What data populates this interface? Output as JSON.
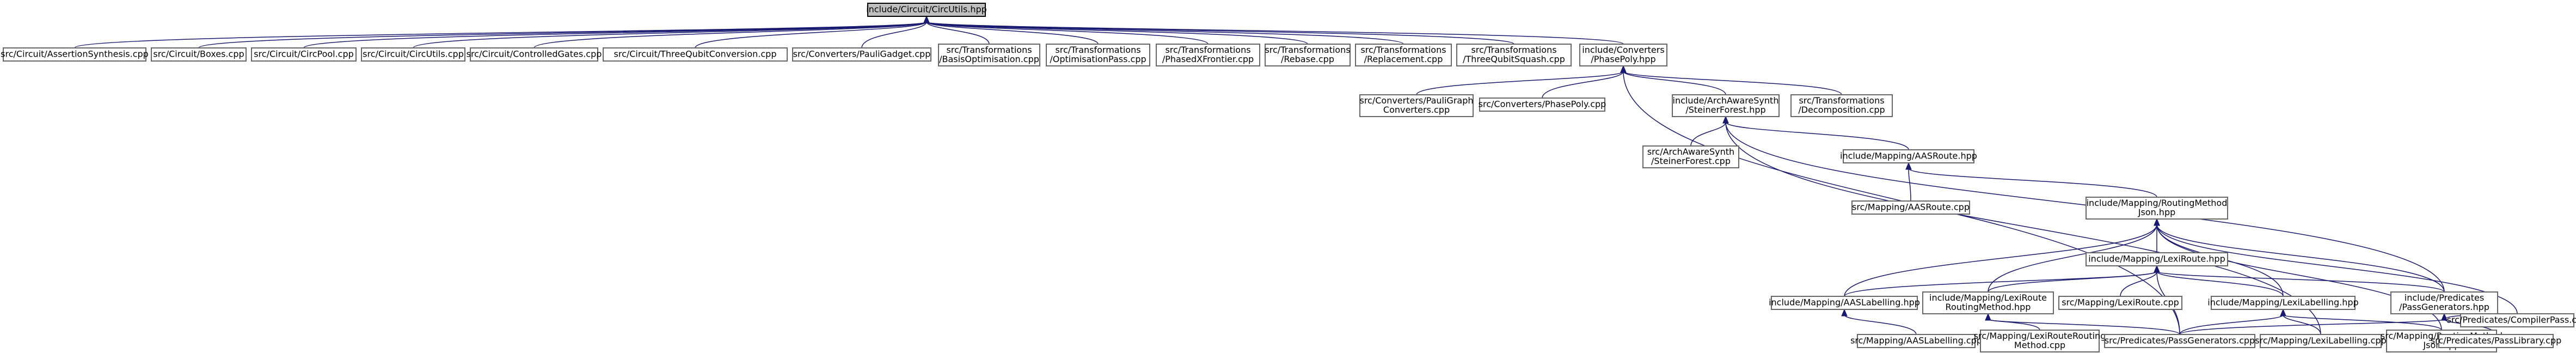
{
  "graph": {
    "nodes": [
      {
        "id": "n_circutils_hpp",
        "lines": [
          "include/Circuit/CircUtils.hpp"
        ],
        "root": true
      },
      {
        "id": "n_assertion",
        "lines": [
          "src/Circuit/AssertionSynthesis.cpp"
        ]
      },
      {
        "id": "n_boxes",
        "lines": [
          "src/Circuit/Boxes.cpp"
        ]
      },
      {
        "id": "n_circpool",
        "lines": [
          "src/Circuit/CircPool.cpp"
        ]
      },
      {
        "id": "n_circutils_cpp",
        "lines": [
          "src/Circuit/CircUtils.cpp"
        ]
      },
      {
        "id": "n_controlledgates",
        "lines": [
          "src/Circuit/ControlledGates.cpp"
        ]
      },
      {
        "id": "n_threequbit",
        "lines": [
          "src/Circuit/ThreeQubitConversion.cpp"
        ]
      },
      {
        "id": "n_pauligadget",
        "lines": [
          "src/Converters/PauliGadget.cpp"
        ]
      },
      {
        "id": "n_basisopt",
        "lines": [
          "src/Transformations",
          "/BasisOptimisation.cpp"
        ]
      },
      {
        "id": "n_optpass",
        "lines": [
          "src/Transformations",
          "/OptimisationPass.cpp"
        ]
      },
      {
        "id": "n_phasedx",
        "lines": [
          "src/Transformations",
          "/PhasedXFrontier.cpp"
        ]
      },
      {
        "id": "n_rebase",
        "lines": [
          "src/Transformations",
          "/Rebase.cpp"
        ]
      },
      {
        "id": "n_replacement",
        "lines": [
          "src/Transformations",
          "/Replacement.cpp"
        ]
      },
      {
        "id": "n_threequbitsquash",
        "lines": [
          "src/Transformations",
          "/ThreeQubitSquash.cpp"
        ]
      },
      {
        "id": "n_phasepoly_hpp",
        "lines": [
          "include/Converters",
          "/PhasePoly.hpp"
        ]
      },
      {
        "id": "n_pauligraph",
        "lines": [
          "src/Converters/PauliGraph",
          "Converters.cpp"
        ]
      },
      {
        "id": "n_phasepoly_cpp",
        "lines": [
          "src/Converters/PhasePoly.cpp"
        ]
      },
      {
        "id": "n_steiner_hpp",
        "lines": [
          "include/ArchAwareSynth",
          "/SteinerForest.hpp"
        ]
      },
      {
        "id": "n_decomposition",
        "lines": [
          "src/Transformations",
          "/Decomposition.cpp"
        ]
      },
      {
        "id": "n_steiner_cpp",
        "lines": [
          "src/ArchAwareSynth",
          "/SteinerForest.cpp"
        ]
      },
      {
        "id": "n_aasroute_hpp",
        "lines": [
          "include/Mapping/AASRoute.hpp"
        ]
      },
      {
        "id": "n_aasroute_cpp",
        "lines": [
          "src/Mapping/AASRoute.cpp"
        ]
      },
      {
        "id": "n_routingjson_hpp",
        "lines": [
          "include/Mapping/RoutingMethod",
          "Json.hpp"
        ]
      },
      {
        "id": "n_lexiroute_hpp",
        "lines": [
          "include/Mapping/LexiRoute.hpp"
        ]
      },
      {
        "id": "n_aaslabel_hpp",
        "lines": [
          "include/Mapping/AASLabelling.hpp"
        ]
      },
      {
        "id": "n_lexiroutemethod_hpp",
        "lines": [
          "include/Mapping/LexiRoute",
          "RoutingMethod.hpp"
        ]
      },
      {
        "id": "n_lexiroute_cpp",
        "lines": [
          "src/Mapping/LexiRoute.cpp"
        ]
      },
      {
        "id": "n_lexilabel_hpp",
        "lines": [
          "include/Mapping/LexiLabelling.hpp"
        ]
      },
      {
        "id": "n_passgen_hpp",
        "lines": [
          "include/Predicates",
          "/PassGenerators.hpp"
        ]
      },
      {
        "id": "n_aaslabel_cpp",
        "lines": [
          "src/Mapping/AASLabelling.cpp"
        ]
      },
      {
        "id": "n_lexiroutemethod_cpp",
        "lines": [
          "src/Mapping/LexiRouteRouting",
          "Method.cpp"
        ]
      },
      {
        "id": "n_passgen_cpp",
        "lines": [
          "src/Predicates/PassGenerators.cpp"
        ]
      },
      {
        "id": "n_lexilabel_cpp",
        "lines": [
          "src/Mapping/LexiLabelling.cpp"
        ]
      },
      {
        "id": "n_routingjson_cpp",
        "lines": [
          "src/Mapping/RoutingMethod",
          "Json.cpp"
        ]
      },
      {
        "id": "n_passlib_cpp",
        "lines": [
          "src/Predicates/PassLibrary.cpp"
        ]
      },
      {
        "id": "n_compilerpass_cpp",
        "lines": [
          "src/Predicates/CompilerPass.cpp"
        ]
      }
    ],
    "edges": [
      [
        "n_circutils_hpp",
        "n_assertion"
      ],
      [
        "n_circutils_hpp",
        "n_boxes"
      ],
      [
        "n_circutils_hpp",
        "n_circpool"
      ],
      [
        "n_circutils_hpp",
        "n_circutils_cpp"
      ],
      [
        "n_circutils_hpp",
        "n_controlledgates"
      ],
      [
        "n_circutils_hpp",
        "n_threequbit"
      ],
      [
        "n_circutils_hpp",
        "n_pauligadget"
      ],
      [
        "n_circutils_hpp",
        "n_basisopt"
      ],
      [
        "n_circutils_hpp",
        "n_optpass"
      ],
      [
        "n_circutils_hpp",
        "n_phasedx"
      ],
      [
        "n_circutils_hpp",
        "n_rebase"
      ],
      [
        "n_circutils_hpp",
        "n_replacement"
      ],
      [
        "n_circutils_hpp",
        "n_threequbitsquash"
      ],
      [
        "n_circutils_hpp",
        "n_phasepoly_hpp"
      ],
      [
        "n_phasepoly_hpp",
        "n_pauligraph"
      ],
      [
        "n_phasepoly_hpp",
        "n_phasepoly_cpp"
      ],
      [
        "n_phasepoly_hpp",
        "n_steiner_hpp"
      ],
      [
        "n_phasepoly_hpp",
        "n_decomposition"
      ],
      [
        "n_phasepoly_hpp",
        "n_passgen_cpp"
      ],
      [
        "n_steiner_hpp",
        "n_steiner_cpp"
      ],
      [
        "n_steiner_hpp",
        "n_aasroute_hpp"
      ],
      [
        "n_steiner_hpp",
        "n_passgen_hpp"
      ],
      [
        "n_steiner_hpp",
        "n_lexilabel_cpp"
      ],
      [
        "n_aasroute_hpp",
        "n_aasroute_cpp"
      ],
      [
        "n_aasroute_hpp",
        "n_routingjson_hpp"
      ],
      [
        "n_routingjson_hpp",
        "n_lexiroute_hpp"
      ],
      [
        "n_routingjson_hpp",
        "n_aaslabel_hpp"
      ],
      [
        "n_routingjson_hpp",
        "n_lexiroutemethod_hpp"
      ],
      [
        "n_routingjson_hpp",
        "n_lexilabel_hpp"
      ],
      [
        "n_routingjson_hpp",
        "n_passgen_hpp"
      ],
      [
        "n_routingjson_hpp",
        "n_routingjson_cpp"
      ],
      [
        "n_lexiroute_hpp",
        "n_aaslabel_hpp"
      ],
      [
        "n_lexiroute_hpp",
        "n_lexiroutemethod_hpp"
      ],
      [
        "n_lexiroute_hpp",
        "n_lexiroute_cpp"
      ],
      [
        "n_lexiroute_hpp",
        "n_lexilabel_hpp"
      ],
      [
        "n_lexiroute_hpp",
        "n_passgen_hpp"
      ],
      [
        "n_lexiroute_hpp",
        "n_passgen_cpp"
      ],
      [
        "n_aaslabel_hpp",
        "n_aaslabel_cpp"
      ],
      [
        "n_lexiroutemethod_hpp",
        "n_lexiroutemethod_cpp"
      ],
      [
        "n_lexiroutemethod_hpp",
        "n_passgen_cpp"
      ],
      [
        "n_lexilabel_hpp",
        "n_passgen_cpp"
      ],
      [
        "n_lexilabel_hpp",
        "n_lexilabel_cpp"
      ],
      [
        "n_lexilabel_hpp",
        "n_routingjson_cpp"
      ],
      [
        "n_passgen_hpp",
        "n_passgen_cpp"
      ],
      [
        "n_passgen_hpp",
        "n_passlib_cpp"
      ],
      [
        "n_passgen_hpp",
        "n_compilerpass_cpp"
      ],
      [
        "n_routingjson_hpp",
        "n_compilerpass_cpp"
      ]
    ]
  }
}
